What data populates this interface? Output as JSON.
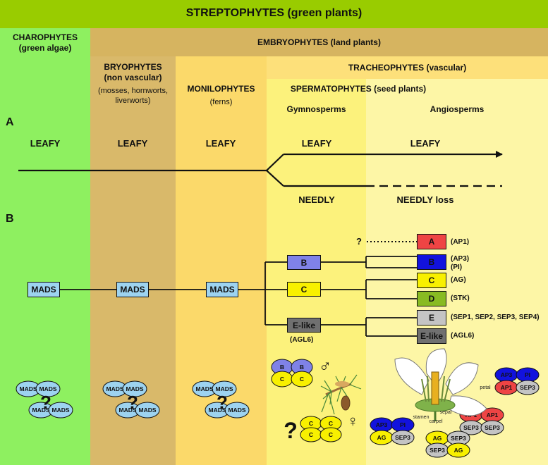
{
  "title": "STREPTOPHYTES (green plants)",
  "clades": {
    "charophytes": {
      "name": "CHAROPHYTES",
      "desc": "(green algae)"
    },
    "embryophytes": {
      "name": "EMBRYOPHYTES (land plants)"
    },
    "bryophytes": {
      "name": "BRYOPHYTES",
      "sub1": "(non vascular)",
      "desc": "(mosses, hornworts, liverworts)"
    },
    "tracheophytes": {
      "name": "TRACHEOPHYTES (vascular)"
    },
    "monilophytes": {
      "name": "MONILOPHYTES",
      "desc": "(ferns)"
    },
    "spermatophytes": {
      "name": "SPERMATOPHYTES (seed plants)"
    },
    "gymnosperms": {
      "name": "Gymnosperms"
    },
    "angiosperms": {
      "name": "Angiosperms"
    }
  },
  "panel_a": {
    "letter": "A",
    "leafy": "LEAFY",
    "needly": "NEEDLY",
    "needly_loss": "NEEDLY loss"
  },
  "panel_b": {
    "letter": "B",
    "mads": "MADS",
    "question": "?",
    "gymno_boxes": {
      "b": "B",
      "c": "C",
      "e": "E-like"
    },
    "agl6": "(AGL6)",
    "angio_boxes": {
      "a": "A",
      "b": "B",
      "c": "C",
      "d": "D",
      "e": "E",
      "elike": "E-like"
    },
    "angio_tags": {
      "a": "(AP1)",
      "b1": "(AP3)",
      "b2": "(PI)",
      "c": "(AG)",
      "d": "(STK)",
      "e": "(SEP1, SEP2, SEP3, SEP4)",
      "elike": "(AGL6)"
    },
    "complex_labels": {
      "mads": "MADS",
      "b": "B",
      "c": "C",
      "ap3": "AP3",
      "pi": "PI",
      "ap1": "AP1",
      "sep3": "SEP3",
      "ag": "AG"
    },
    "flower_labels": {
      "petal": "petal",
      "sepal": "sepal",
      "stamen": "stamen",
      "carpel": "carpel"
    },
    "male_symbol": "♂",
    "female_symbol": "♀"
  },
  "colors": {
    "title_band": "#99cc00",
    "charophytes": "#8ef060",
    "embryo_header": "#d6b460",
    "bryophytes": "#d9b96a",
    "monilophytes": "#fbd96a",
    "tracheo_header": "#fde07a",
    "gymnosperms": "#fcf27c",
    "angiosperms": "#fdf6a6",
    "mads_box": "#9dd3f0",
    "a_box": "#ee4444",
    "b_box": "#1212dd",
    "b_gymno_box": "#7f82e8",
    "c_box": "#f8f000",
    "d_box": "#88bb22",
    "e_box": "#c4c4c4",
    "elike_box": "#707070"
  }
}
